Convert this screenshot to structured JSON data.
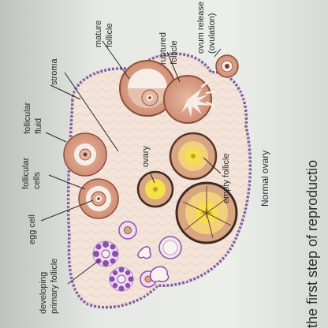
{
  "labels": {
    "developing_primary_follicle": [
      "developing",
      "primary follicle"
    ],
    "egg_cell": "egg cell",
    "follicular_cells": [
      "follicular",
      "cells"
    ],
    "follicular_fluid": [
      "follicular",
      "fluid"
    ],
    "stroma": "stroma",
    "mature_follicle": [
      "mature",
      "follicle"
    ],
    "ruptured_follicle": [
      "ruptured",
      "follicle"
    ],
    "ovum_release": [
      "ovum release",
      "(ovulation)"
    ],
    "ovary": "ovary",
    "empty_follicle": "empty follicle",
    "caption": "Normal ovary",
    "page_text": "the first step of reproductio"
  },
  "colors": {
    "ovary_fill": "#f3e3d9",
    "ovary_border": "#7d5fa2",
    "follicle_fill": "#dca48b",
    "follicle_ring": "#8d4f3c",
    "antrum": "#f8ede6",
    "yolk": "#f6e04a",
    "primary_purple": "#8a4fb4",
    "leader_line": "#2a2a2a"
  }
}
